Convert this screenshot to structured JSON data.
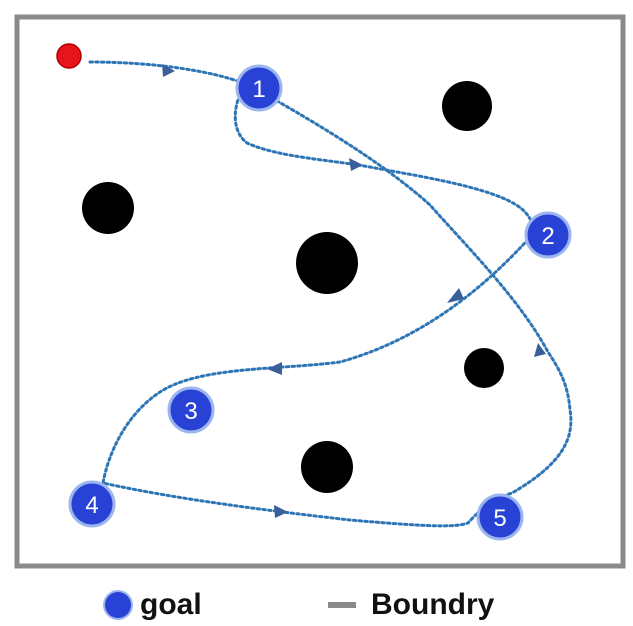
{
  "colors": {
    "boundary": "#8a8a8a",
    "goal_fill": "#2942d6",
    "goal_ring": "#9db5ee",
    "start": "#e8141b",
    "obstacle": "#000000",
    "path": "#2e75b6",
    "arrow": "#3a5f9a"
  },
  "goals": [
    {
      "label": "1"
    },
    {
      "label": "2"
    },
    {
      "label": "3"
    },
    {
      "label": "4"
    },
    {
      "label": "5"
    }
  ],
  "legend": {
    "goal_label": "goal",
    "boundary_label": "Boundry"
  }
}
